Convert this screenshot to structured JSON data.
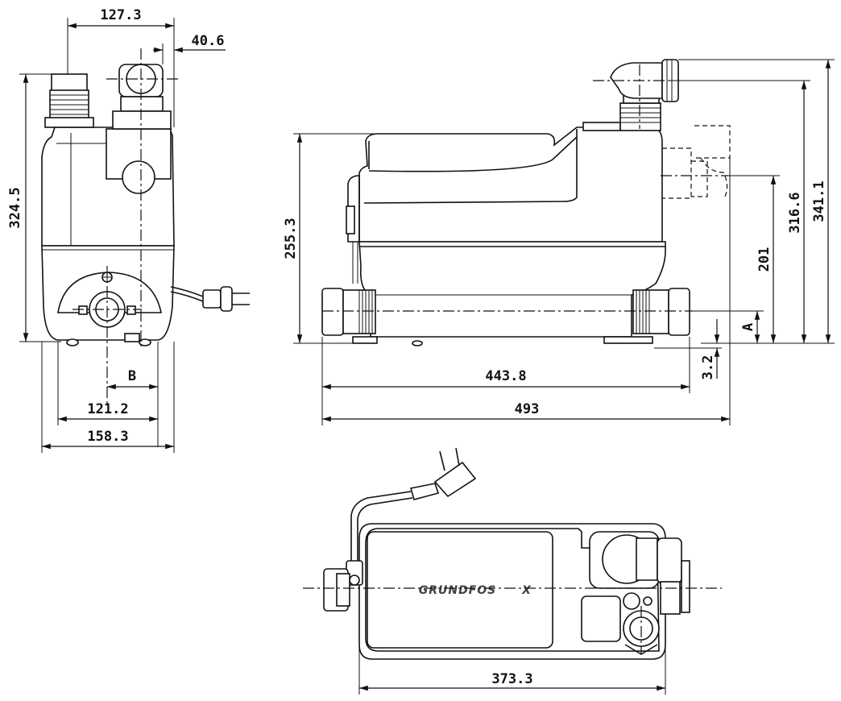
{
  "dimensions": {
    "front_top_width": "127.3",
    "front_offset": "40.6",
    "front_height": "324.5",
    "front_b_label": "B",
    "front_base_width": "121.2",
    "front_total_width": "158.3",
    "side_body_height": "255.3",
    "side_inlet_a": "A",
    "side_inlet_height": "201",
    "side_outlet_height": "316.6",
    "side_total_height": "341.1",
    "side_foot": "3.2",
    "side_inlet_span": "443.8",
    "side_total_length": "493",
    "top_length": "373.3"
  },
  "brand": "GRUNDFOS",
  "brand_mark": "X"
}
